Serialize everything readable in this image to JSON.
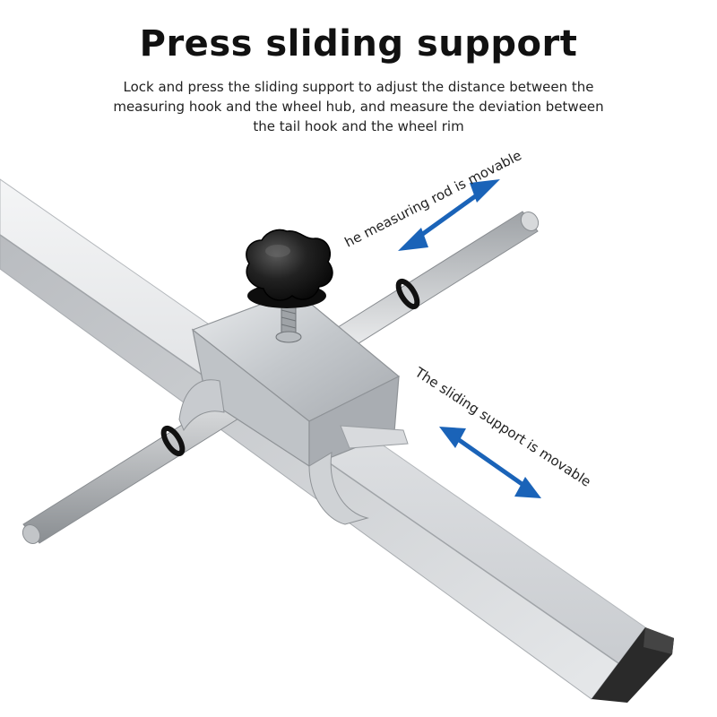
{
  "header": {
    "title": "Press sliding support",
    "description_lines": [
      "Lock and press the sliding support to adjust the distance between the",
      "measuring hook and the wheel hub, and measure the deviation between",
      "the tail hook and the wheel rim"
    ]
  },
  "annotations": {
    "rod_label": "he measuring rod is movable",
    "support_label": "The sliding support is movable"
  },
  "colors": {
    "arrow": "#1a63b8",
    "metal": "#d4d7da",
    "knob": "#1b1b1b",
    "o_ring": "#111111"
  }
}
